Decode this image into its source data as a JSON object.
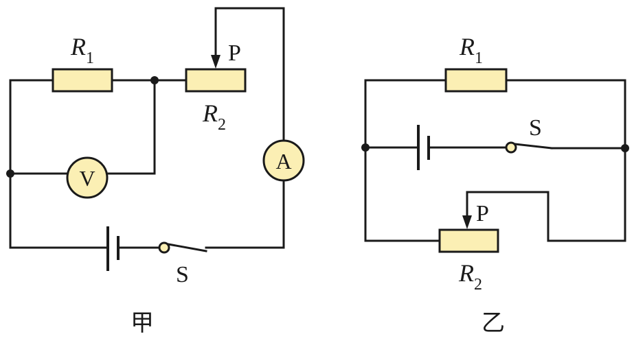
{
  "diagram_jia": {
    "caption": "甲",
    "r1": {
      "main": "R",
      "sub": "1"
    },
    "r2": {
      "main": "R",
      "sub": "2"
    },
    "slider": "P",
    "voltmeter": "V",
    "ammeter": "A",
    "switch": "S"
  },
  "diagram_yi": {
    "caption": "乙",
    "r1": {
      "main": "R",
      "sub": "1"
    },
    "r2": {
      "main": "R",
      "sub": "2"
    },
    "slider": "P",
    "switch": "S"
  },
  "colors": {
    "component_fill": "#fbefb4",
    "wire": "#1a1a1a"
  }
}
